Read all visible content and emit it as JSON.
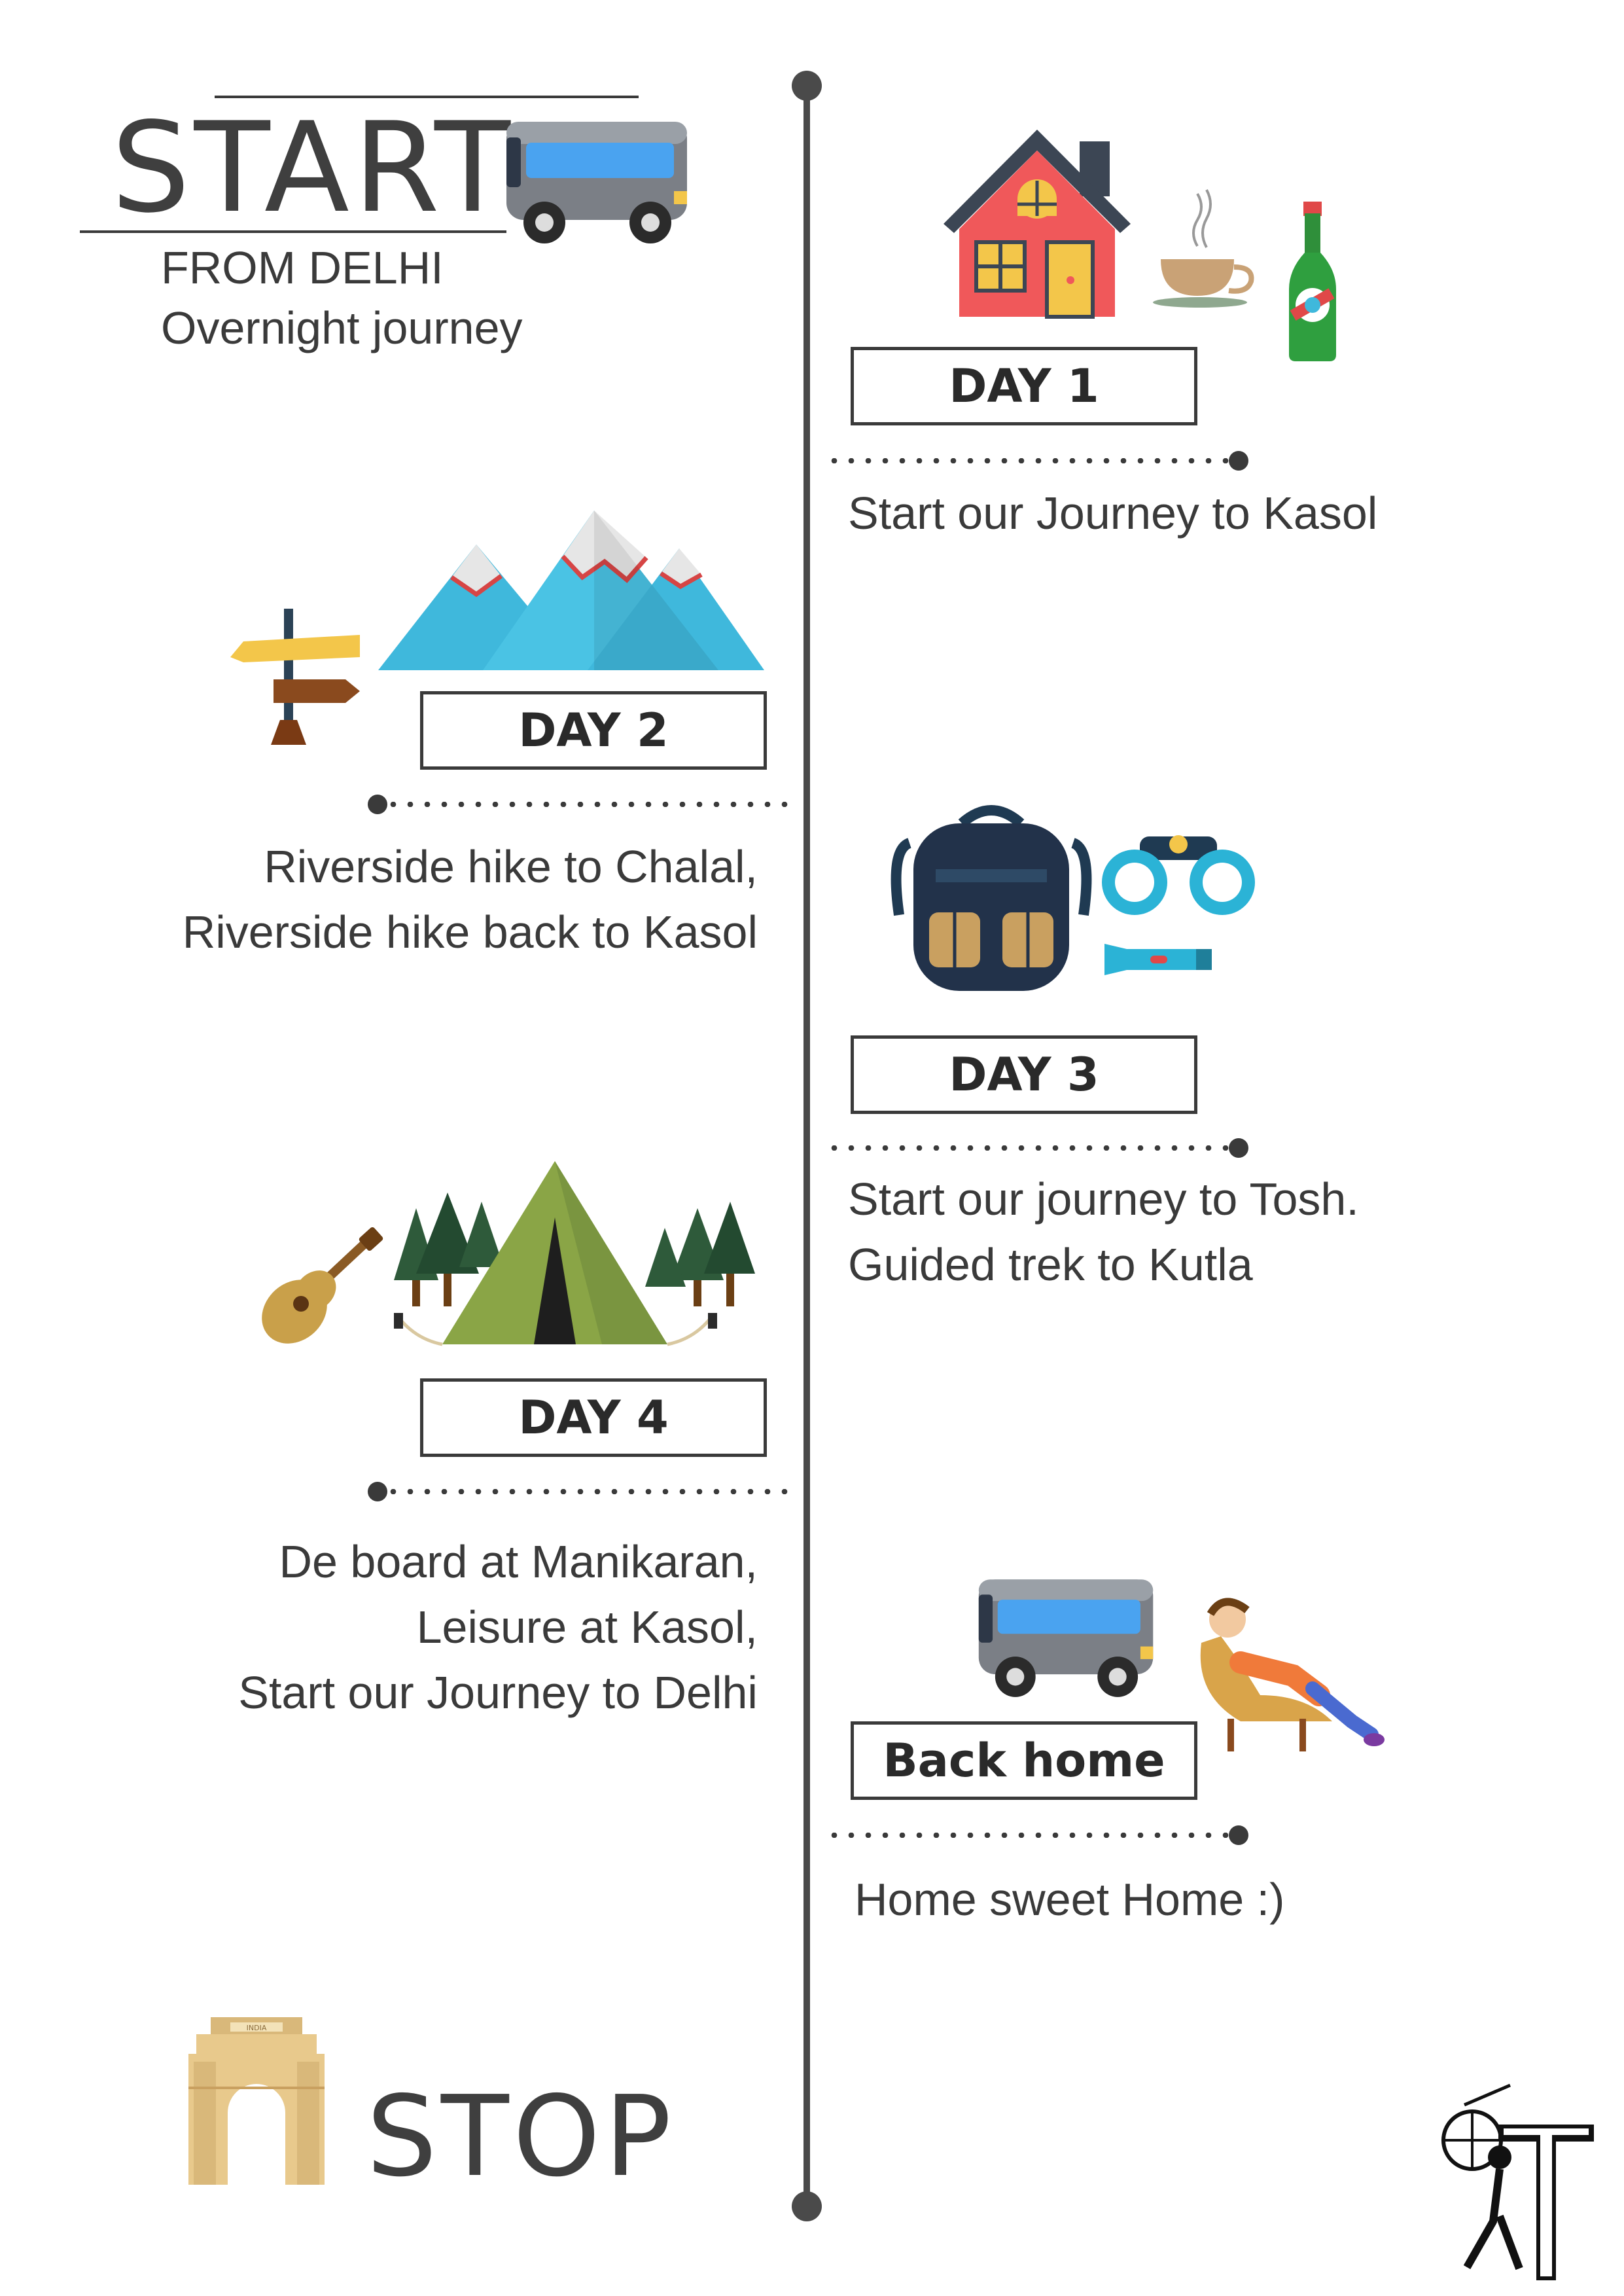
{
  "start": {
    "title": "START",
    "from": "FROM DELHI",
    "note": "Overnight journey"
  },
  "days": [
    {
      "label": "DAY 1",
      "lines": [
        "Start our Journey to Kasol"
      ]
    },
    {
      "label": "DAY 2",
      "lines": [
        "Riverside hike to Chalal,",
        "Riverside hike back to Kasol"
      ]
    },
    {
      "label": "DAY 3",
      "lines": [
        "Start our journey to Tosh.",
        "Guided trek to Kutla"
      ]
    },
    {
      "label": "DAY 4",
      "lines": [
        "De board at Manikaran,",
        "Leisure at Kasol,",
        "Start our Journey to Delhi"
      ]
    }
  ],
  "back_home": {
    "label": "Back home",
    "lines": [
      "Home sweet Home :)"
    ]
  },
  "stop": {
    "title": "STOP"
  },
  "gate_text": "INDIA",
  "colors": {
    "timeline": "#4a4a4a",
    "bus_body": "#7b7f86",
    "bus_window": "#4aa3f0",
    "house_wall": "#f0585a",
    "house_roof": "#3c4654",
    "mountain": "#3fb8dc",
    "tent": "#8aa546",
    "tree": "#2e5a3a",
    "gate": "#e8c98c"
  },
  "icons": [
    "bus-icon",
    "house-icon",
    "tea-cup-icon",
    "bottle-icon",
    "signpost-icon",
    "mountains-icon",
    "backpack-icon",
    "binoculars-icon",
    "flashlight-icon",
    "guitar-icon",
    "tent-icon",
    "trees-icon",
    "relaxing-person-icon",
    "india-gate-icon",
    "logo-icon"
  ]
}
